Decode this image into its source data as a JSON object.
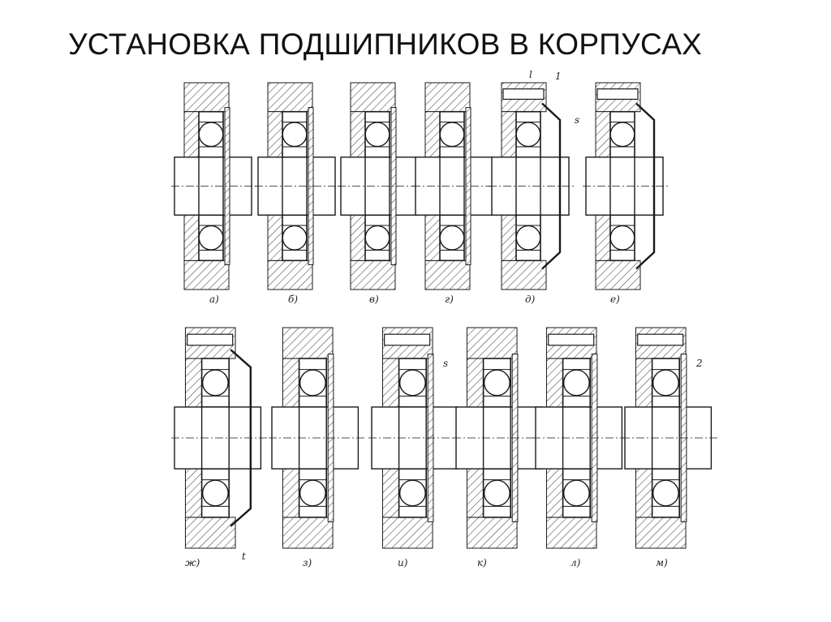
{
  "title": "УСТАНОВКА ПОДШИПНИКОВ В КОРПУСАХ",
  "row1_labels": [
    "а)",
    "б)",
    "в)",
    "г)",
    "д)",
    "е)"
  ],
  "row2_labels": [
    "ж)",
    "з)",
    "и)",
    "к)",
    "л)",
    "м)"
  ],
  "annotations": {
    "length": "l",
    "part_1": "1",
    "part_2": "2",
    "gap_s": "s",
    "thickness_t": "t"
  },
  "colors": {
    "ink": "#1a1a1a",
    "background": "#ffffff"
  }
}
